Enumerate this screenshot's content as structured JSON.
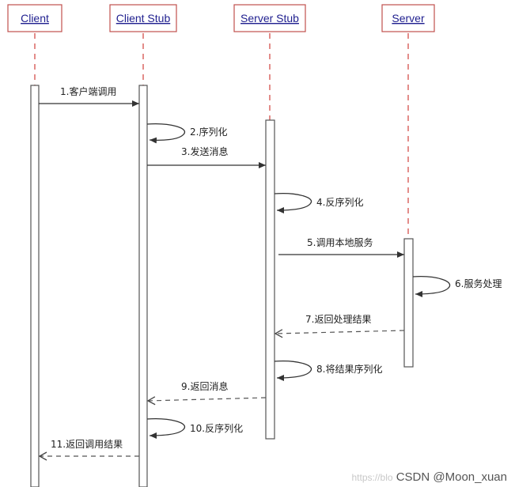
{
  "participants": [
    {
      "id": "client",
      "label": "Client"
    },
    {
      "id": "client_stub",
      "label": "Client Stub"
    },
    {
      "id": "server_stub",
      "label": "Server Stub"
    },
    {
      "id": "server",
      "label": "Server"
    }
  ],
  "messages": [
    {
      "label": "1.客户端调用",
      "from": "client",
      "to": "client_stub",
      "kind": "solid"
    },
    {
      "label": "2.序列化",
      "from": "client_stub",
      "to": "client_stub",
      "kind": "self"
    },
    {
      "label": "3.发送消息",
      "from": "client_stub",
      "to": "server_stub",
      "kind": "solid"
    },
    {
      "label": "4.反序列化",
      "from": "server_stub",
      "to": "server_stub",
      "kind": "self"
    },
    {
      "label": "5.调用本地服务",
      "from": "server_stub",
      "to": "server",
      "kind": "solid"
    },
    {
      "label": "6.服务处理",
      "from": "server",
      "to": "server",
      "kind": "self"
    },
    {
      "label": "7.返回处理结果",
      "from": "server",
      "to": "server_stub",
      "kind": "dashed"
    },
    {
      "label": "8.将结果序列化",
      "from": "server_stub",
      "to": "server_stub",
      "kind": "self"
    },
    {
      "label": "9.返回消息",
      "from": "server_stub",
      "to": "client_stub",
      "kind": "dashed"
    },
    {
      "label": "10.反序列化",
      "from": "client_stub",
      "to": "client_stub",
      "kind": "self"
    },
    {
      "label": "11.返回调用结果",
      "from": "client_stub",
      "to": "client",
      "kind": "dashed"
    }
  ],
  "watermark": {
    "faint": "https://blo",
    "text": "CSDN @Moon_xuan"
  },
  "colors": {
    "participant_border": "#c0504d",
    "participant_text": "#1f1f8f",
    "lifeline": "#d0413c",
    "arrow": "#333333"
  }
}
